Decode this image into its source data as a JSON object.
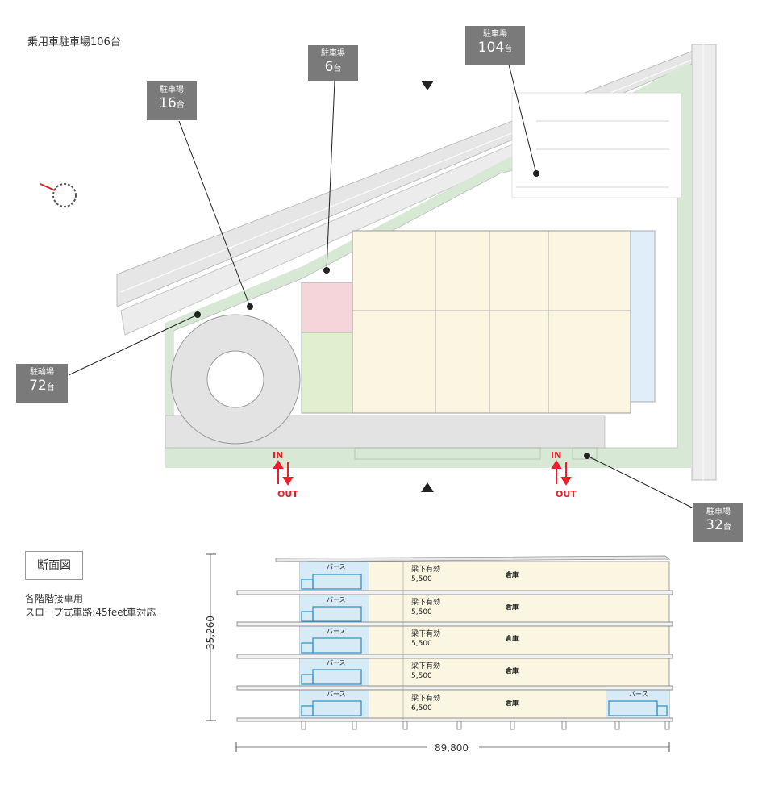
{
  "heading": "乗用車駐車場106台",
  "callouts": [
    {
      "id": "p104",
      "title": "駐車場",
      "num": "104",
      "unit": "台"
    },
    {
      "id": "p6",
      "title": "駐車場",
      "num": "6",
      "unit": "台"
    },
    {
      "id": "p16",
      "title": "駐車場",
      "num": "16",
      "unit": "台"
    },
    {
      "id": "bike72",
      "title": "駐輪場",
      "num": "72",
      "unit": "台"
    },
    {
      "id": "p32",
      "title": "駐車場",
      "num": "32",
      "unit": "台"
    }
  ],
  "entries": [
    {
      "in": "IN",
      "out": "OUT"
    },
    {
      "in": "IN",
      "out": "OUT"
    }
  ],
  "section": {
    "title": "断面図",
    "note_lines": [
      "各階階接車用",
      "スロープ式車路:45feet車対応"
    ],
    "height_dim": "35,260",
    "width_dim": "89,800",
    "floors": [
      {
        "berth": "バース",
        "clear_label": "梁下有効",
        "clear_value": "5,500",
        "warehouse": "倉庫"
      },
      {
        "berth": "バース",
        "clear_label": "梁下有効",
        "clear_value": "5,500",
        "warehouse": "倉庫"
      },
      {
        "berth": "バース",
        "clear_label": "梁下有効",
        "clear_value": "5,500",
        "warehouse": "倉庫"
      },
      {
        "berth": "バース",
        "clear_label": "梁下有効",
        "clear_value": "5,500",
        "warehouse": "倉庫"
      },
      {
        "berth": "バース",
        "clear_label": "梁下有効",
        "clear_value": "6,500",
        "warehouse": "倉庫"
      }
    ],
    "extra_berth": "バース"
  },
  "colors": {
    "callout_bg": "#7a7a7a",
    "road": "#e6e6e6",
    "green": "#d7e8d5",
    "warehouse": "#fbf6e2",
    "pink": "#f5d5da",
    "green_block": "#e2efcf",
    "blue_strip": "#dfeef9",
    "arrow": "#e8202a",
    "berth": "#d7ebf6",
    "truck": "#2a8fc4"
  }
}
